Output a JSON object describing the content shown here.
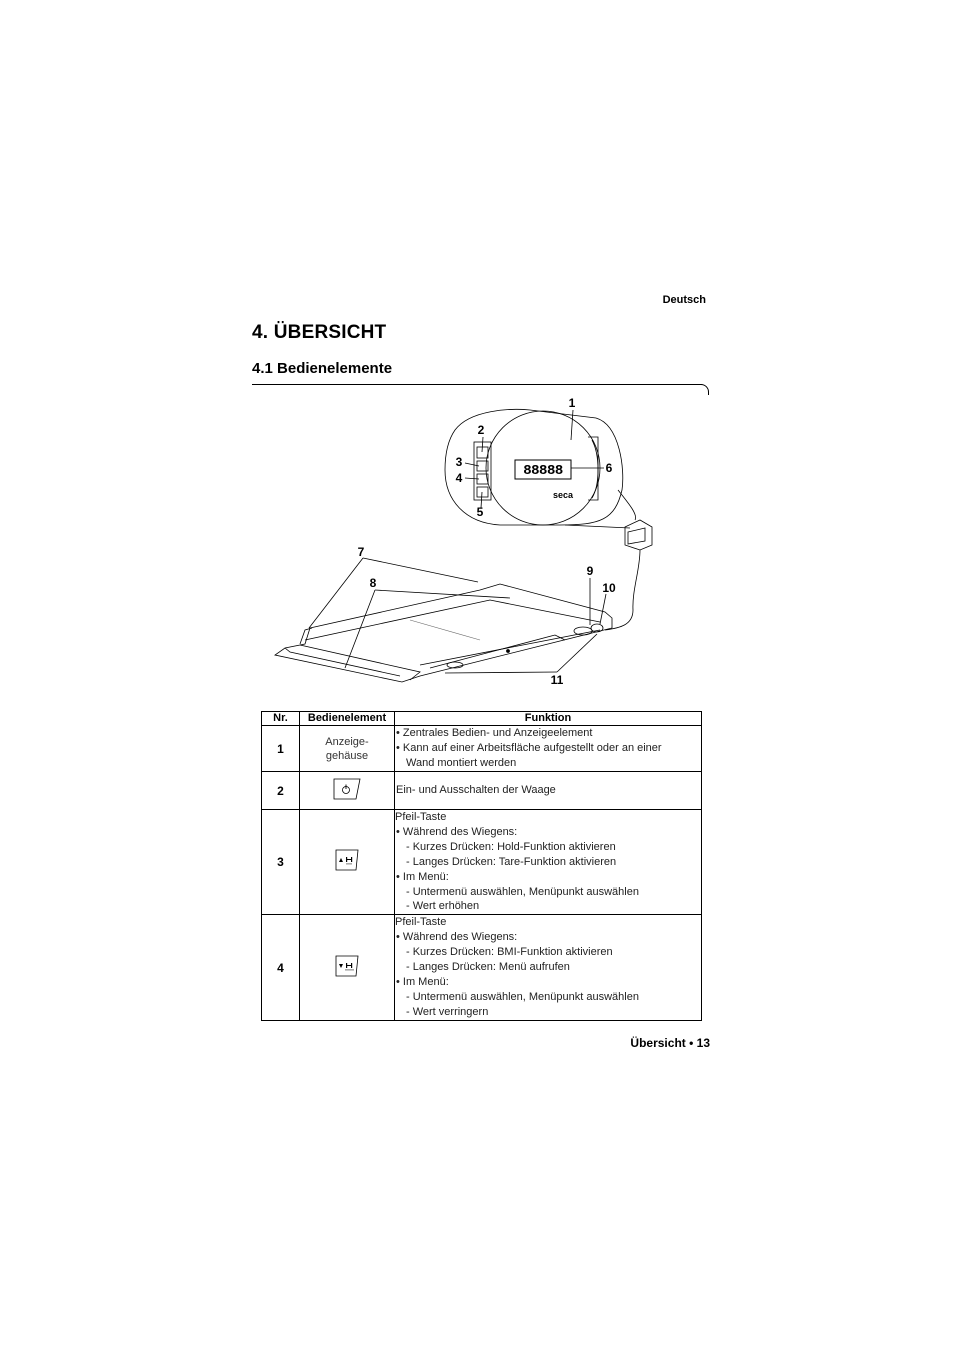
{
  "header": {
    "language": "Deutsch"
  },
  "section": {
    "title": "4.  ÜBERSICHT"
  },
  "subsection": {
    "title": "4.1    Bedienelemente"
  },
  "figure": {
    "display_digits": "88888",
    "brand": "seca",
    "callouts": [
      "1",
      "2",
      "3",
      "4",
      "5",
      "6",
      "7",
      "8",
      "9",
      "10",
      "11"
    ]
  },
  "table": {
    "headers": {
      "nr": "Nr.",
      "element": "Bedienelement",
      "function": "Funktion"
    },
    "rows": [
      {
        "nr": "1",
        "element_lines": [
          "Anzeige-",
          "gehäuse"
        ],
        "lines": [
          "• Zentrales Bedien- und Anzeigeelement",
          "• Kann auf einer Arbeitsfläche aufgestellt oder an einer",
          "Wand montiert werden"
        ]
      },
      {
        "nr": "2",
        "key_icon": "power-icon",
        "lines": [
          "Ein- und Ausschalten der Waage"
        ]
      },
      {
        "nr": "3",
        "key_icon": "arrow-up-hold-icon",
        "lines": [
          "Pfeil-Taste",
          "• Während des Wiegens:",
          "-  Kurzes Drücken: Hold-Funktion aktivieren",
          "-  Langes Drücken: Tare-Funktion aktivieren",
          "• Im Menü:",
          "-  Untermenü auswählen, Menüpunkt auswählen",
          "-  Wert erhöhen"
        ]
      },
      {
        "nr": "4",
        "key_icon": "arrow-down-bmi-icon",
        "lines": [
          "Pfeil-Taste",
          "• Während des Wiegens:",
          "-  Kurzes Drücken: BMI-Funktion aktivieren",
          "-  Langes Drücken: Menü aufrufen",
          "• Im Menü:",
          "-  Untermenü auswählen, Menüpunkt auswählen",
          "-  Wert verringern"
        ]
      }
    ]
  },
  "footer": {
    "text": "Übersicht • 13"
  }
}
